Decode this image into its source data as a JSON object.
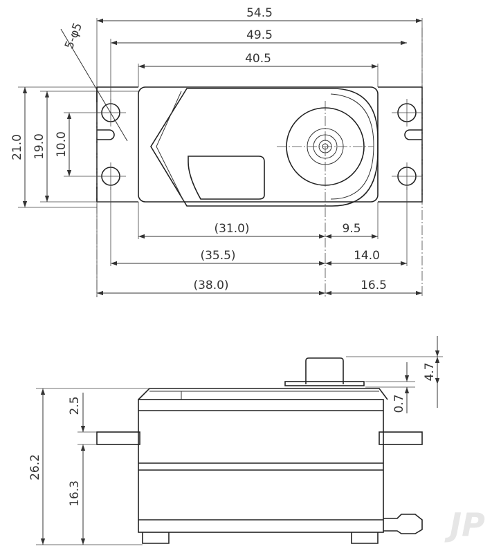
{
  "top_view": {
    "overall_length": "54.5",
    "mount_hole_spacing": "49.5",
    "body_length": "40.5",
    "hole_callout": "5-φ5",
    "overall_height": "21.0",
    "body_height": "19.0",
    "hole_pair_spacing": "10.0",
    "body_to_shaft": "(31.0)",
    "shaft_to_body_end": "9.5",
    "hole_to_shaft": "(35.5)",
    "shaft_to_hole": "14.0",
    "tab_end_to_shaft": "(38.0)",
    "shaft_to_tab_end": "16.5"
  },
  "side_view": {
    "total_height": "26.2",
    "tab_to_top": "2.5",
    "bottom_to_tab": "16.3",
    "spline_height": "4.7",
    "boss_height": "0.7"
  },
  "watermark": "JP"
}
